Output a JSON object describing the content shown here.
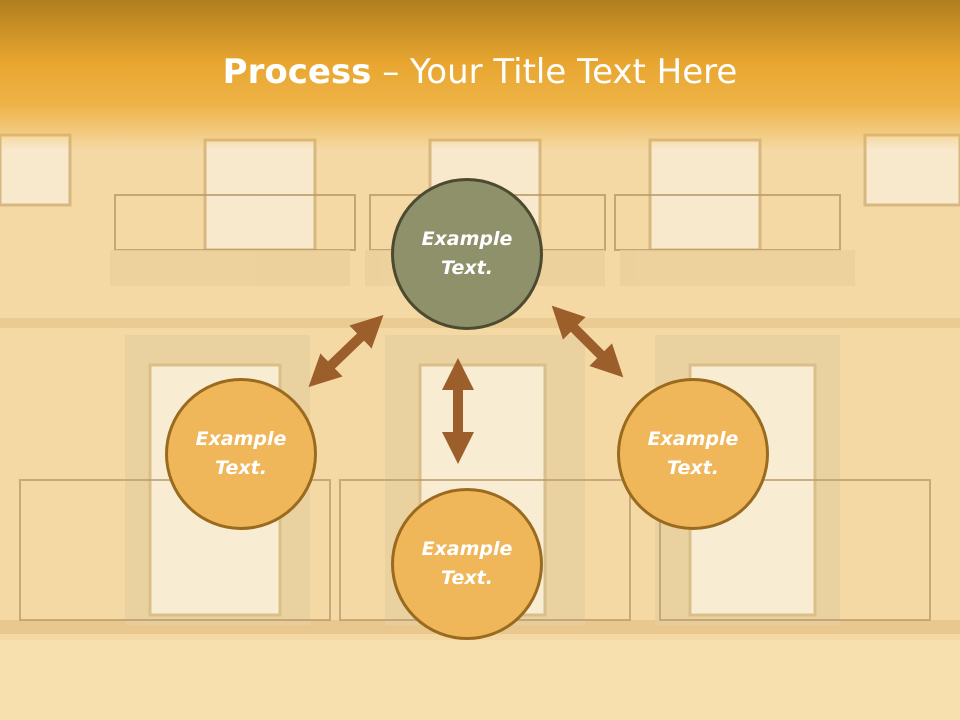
{
  "slide": {
    "title_bold": "Process",
    "title_dash": " – ",
    "title_rest": "Your Title Text Here"
  },
  "nodes": {
    "top": "Example\nText.",
    "left": "Example\nText.",
    "right": "Example\nText.",
    "bottom": "Example\nText."
  },
  "colors": {
    "header": "#e8a630",
    "circle_fill": "#efb75a",
    "circle_border": "#9a6a1e",
    "center_fill": "#8e916a",
    "center_border": "#4c4a30",
    "arrow": "#9c5e2a"
  },
  "icons": [
    "double-headed-arrow-icon"
  ]
}
